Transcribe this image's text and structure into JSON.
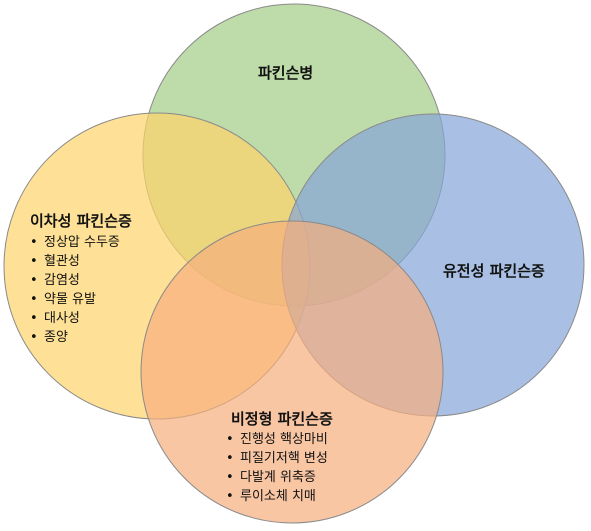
{
  "colors": {
    "top_circle": "#a3cc86",
    "left_circle": "#fdd469",
    "right_circle": "#85a5d8",
    "bottom_circle": "#f7ae7d",
    "outline": "#8a8a8a"
  },
  "circles": {
    "top": {
      "title": "파킨슨병"
    },
    "left": {
      "title": "이차성 파킨슨증",
      "items": [
        "정상압 수두증",
        "혈관성",
        "감염성",
        "약물 유발",
        "대사성",
        "종양"
      ]
    },
    "right": {
      "title": "유전성 파킨슨증"
    },
    "bottom": {
      "title": "비정형 파킨슨증",
      "items": [
        "진행성 핵상마비",
        "피질기저핵 변성",
        "다발계 위축증",
        "루이소체 치매"
      ]
    }
  }
}
